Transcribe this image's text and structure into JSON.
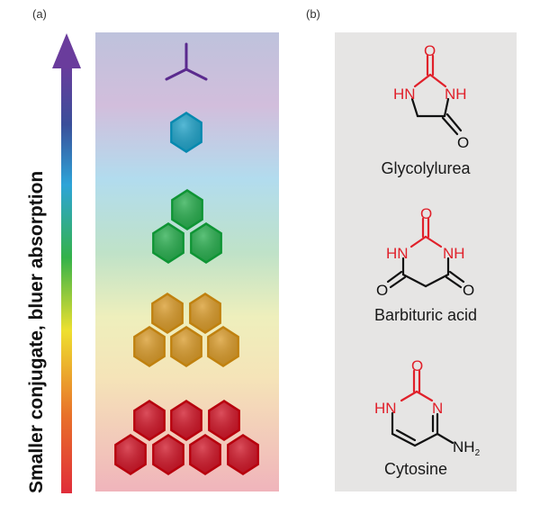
{
  "panels": {
    "a": {
      "label": "(a)",
      "axis_label": "Smaller conjugate, bluer absorption",
      "arrow_colors": [
        "#e02d3a",
        "#e8702a",
        "#f0e030",
        "#34b24a",
        "#2ea4d8",
        "#3a4f9a",
        "#6a3c9c"
      ],
      "background_colors": [
        "#f0b6bc",
        "#f5eab4",
        "#b4e0d4",
        "#b2d8ee",
        "#d0bcda",
        "#bcc0dc"
      ],
      "structures": [
        {
          "name": "trigonal-carbon",
          "rings": 0,
          "color": "#5a2a8e"
        },
        {
          "name": "single-ring",
          "rings": 1,
          "color": "#1fa2c8"
        },
        {
          "name": "three-ring-cluster",
          "rings": 3,
          "color": "#27ad4d"
        },
        {
          "name": "five-ring-cluster",
          "rings": 5,
          "color": "#d99a28"
        },
        {
          "name": "seven-ring-cluster",
          "rings": 7,
          "color": "#d01426"
        }
      ]
    },
    "b": {
      "label": "(b)",
      "background": "#e6e6e6",
      "heteroatom_color": "#e0202a",
      "molecules": [
        {
          "name": "Glycolylurea",
          "atoms": {
            "o_top": "O",
            "hn": "HN",
            "nh": "NH",
            "o_bottom": "O"
          }
        },
        {
          "name": "Barbituric acid",
          "atoms": {
            "o_top": "O",
            "hn": "HN",
            "nh": "NH",
            "o_left": "O",
            "o_right": "O"
          }
        },
        {
          "name": "Cytosine",
          "atoms": {
            "o_top": "O",
            "hn": "HN",
            "n": "N",
            "nh": "NH",
            "sub": "2"
          }
        }
      ]
    }
  }
}
